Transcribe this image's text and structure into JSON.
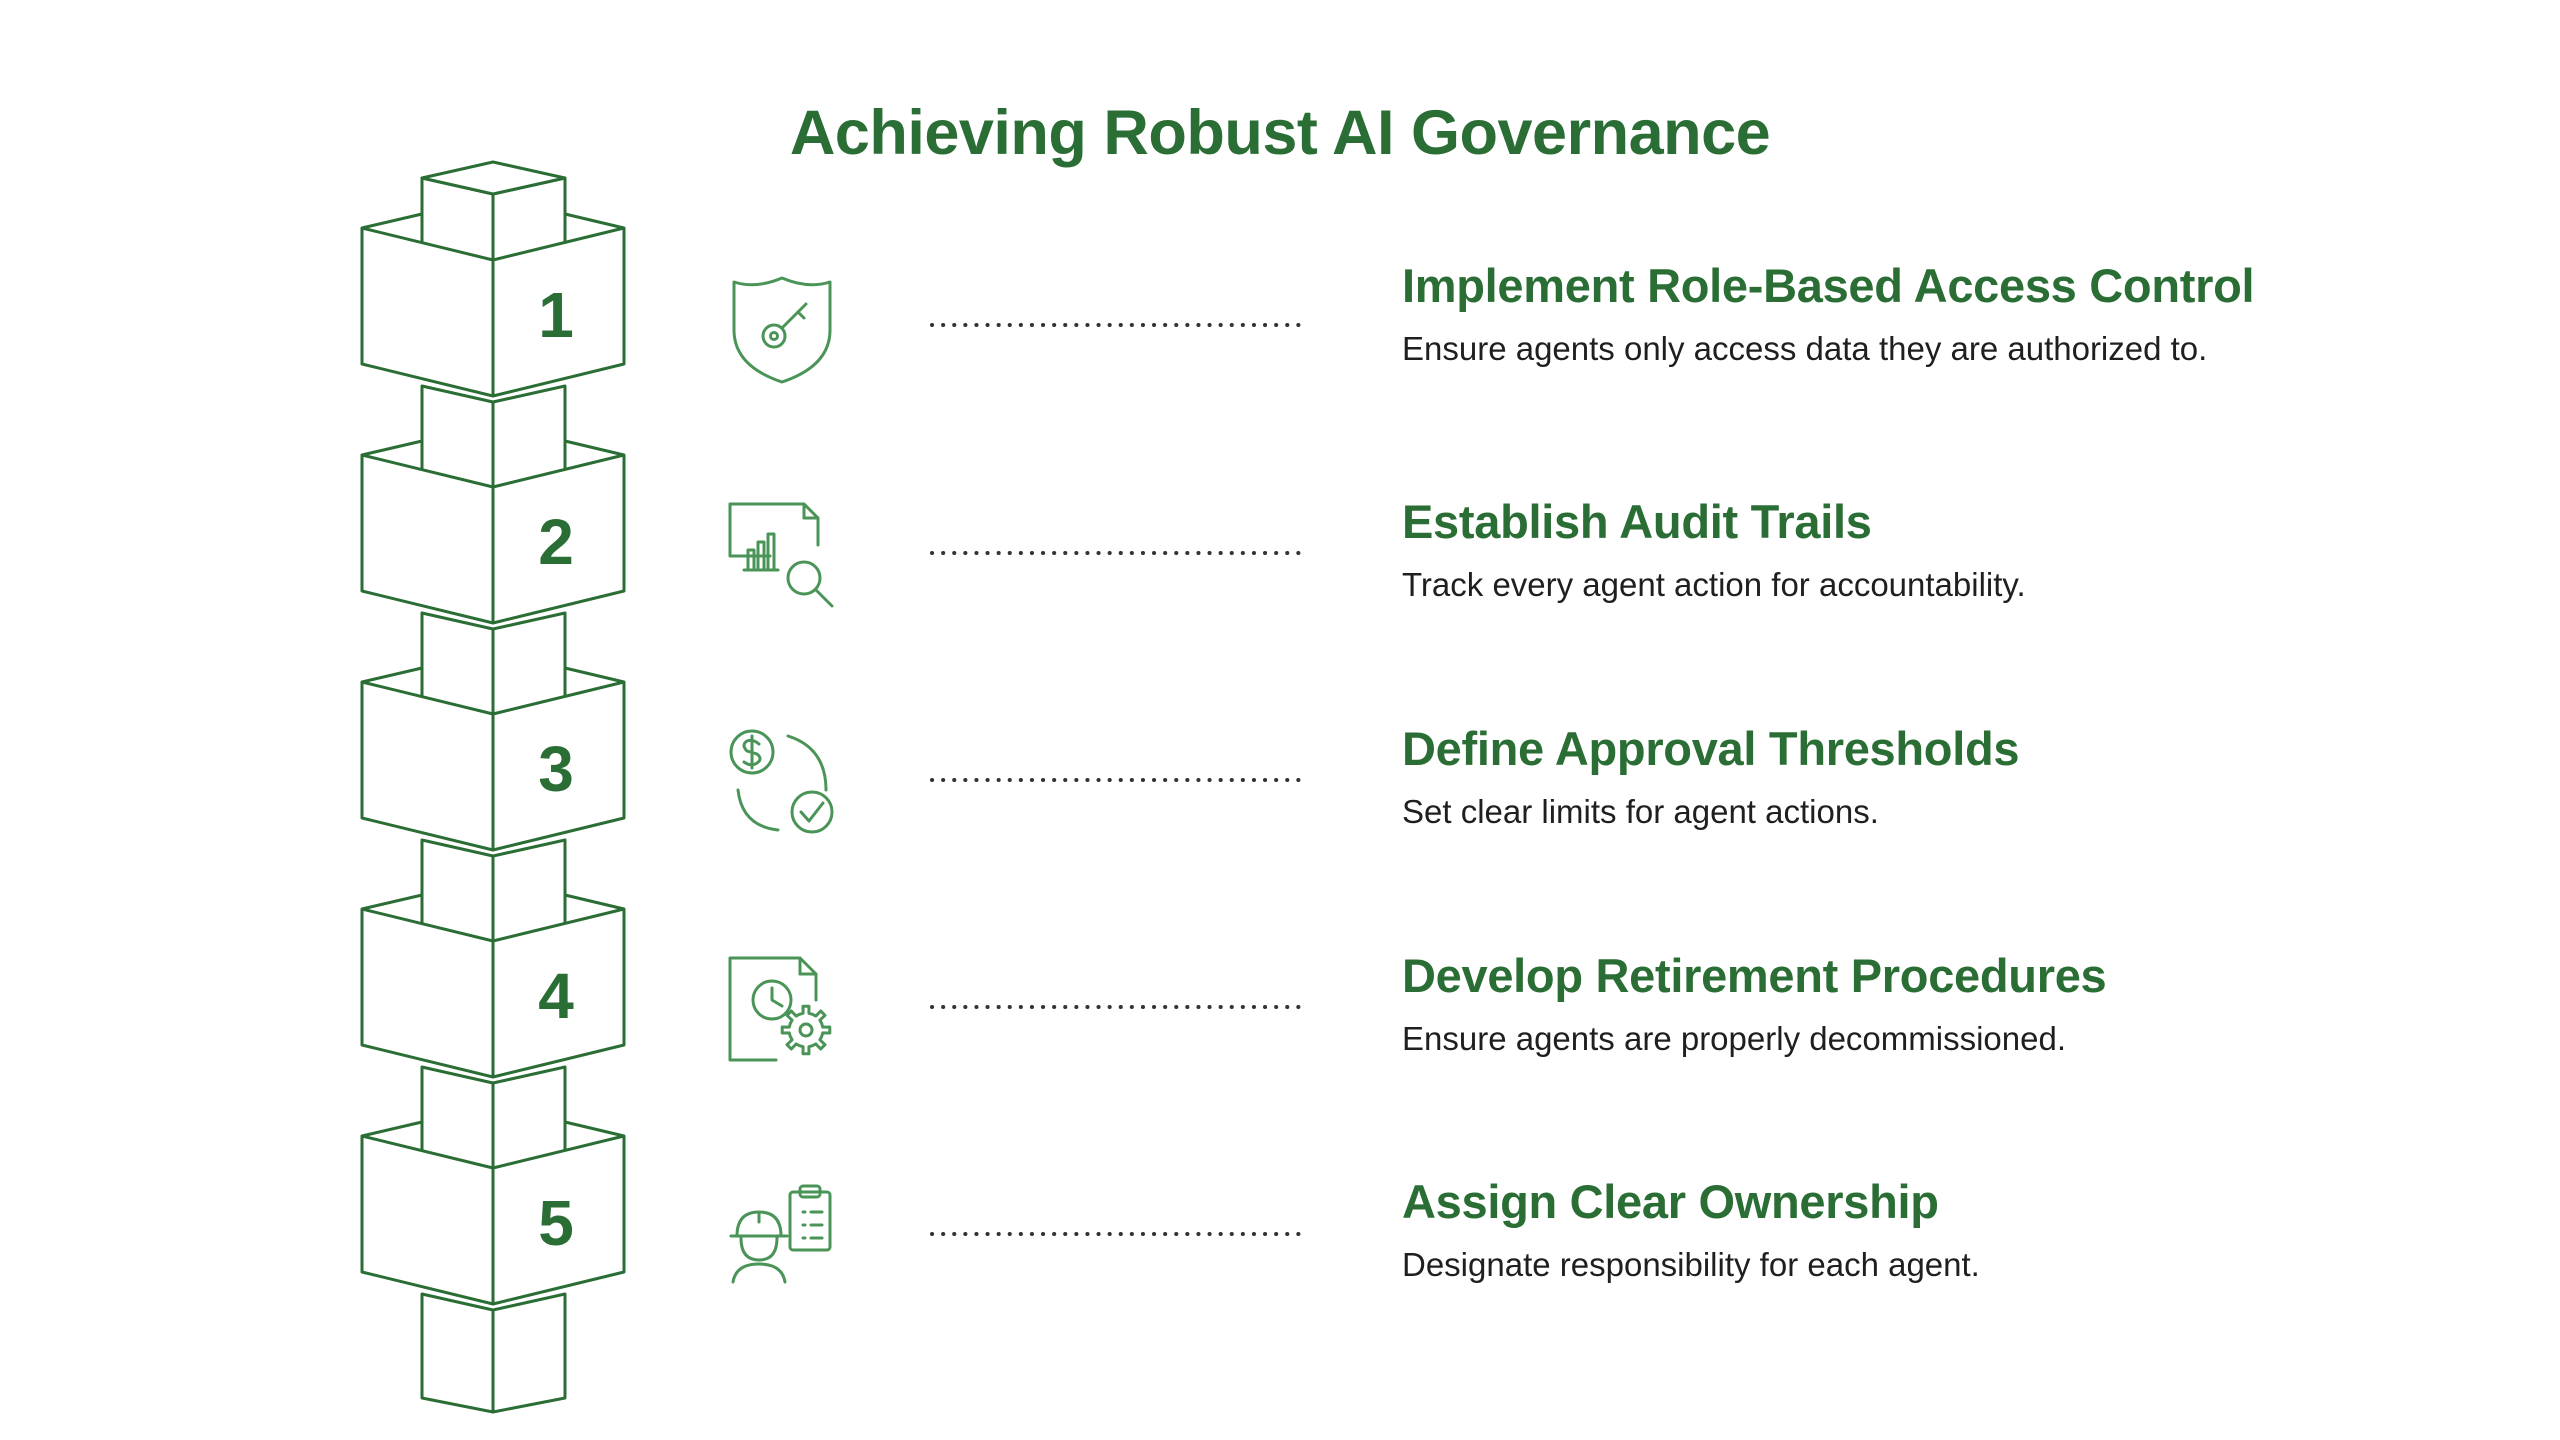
{
  "title": "Achieving Robust AI Governance",
  "colors": {
    "primary": "#2b6e35",
    "icon": "#4a9458",
    "text": "#1f1f1f",
    "dots": "#333333",
    "background": "#ffffff"
  },
  "steps": [
    {
      "number": "1",
      "icon": "shield-key-icon",
      "heading": "Implement Role-Based Access Control",
      "description": "Ensure agents only access data they are authorized to."
    },
    {
      "number": "2",
      "icon": "document-chart-search-icon",
      "heading": "Establish Audit Trails",
      "description": "Track every agent action for accountability."
    },
    {
      "number": "3",
      "icon": "dollar-approval-cycle-icon",
      "heading": "Define Approval Thresholds",
      "description": "Set clear limits for agent actions."
    },
    {
      "number": "4",
      "icon": "document-clock-gear-icon",
      "heading": "Develop Retirement Procedures",
      "description": "Ensure agents are properly decommissioned."
    },
    {
      "number": "5",
      "icon": "worker-clipboard-icon",
      "heading": "Assign Clear Ownership",
      "description": "Designate responsibility for each agent."
    }
  ]
}
